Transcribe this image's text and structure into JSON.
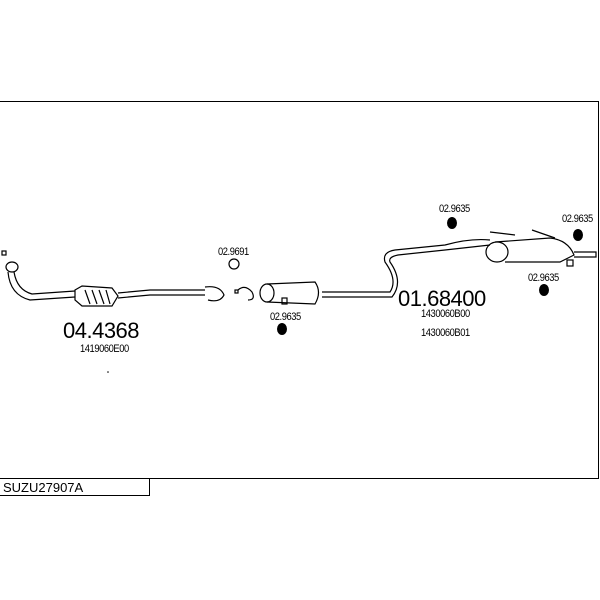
{
  "diagram": {
    "code": "SUZU27907A",
    "parts": [
      {
        "number": "04.4368",
        "oe": [
          "1419060E00"
        ]
      },
      {
        "number": "01.68400",
        "oe": [
          "1430060B00",
          "1430060B01"
        ]
      }
    ],
    "accessories": {
      "ring": "02.9691",
      "hanger_mid": "02.9635",
      "hanger_rear_top": "02.9635",
      "hanger_rear_right": "02.9635",
      "hanger_rear_bottom": "02.9635"
    }
  }
}
